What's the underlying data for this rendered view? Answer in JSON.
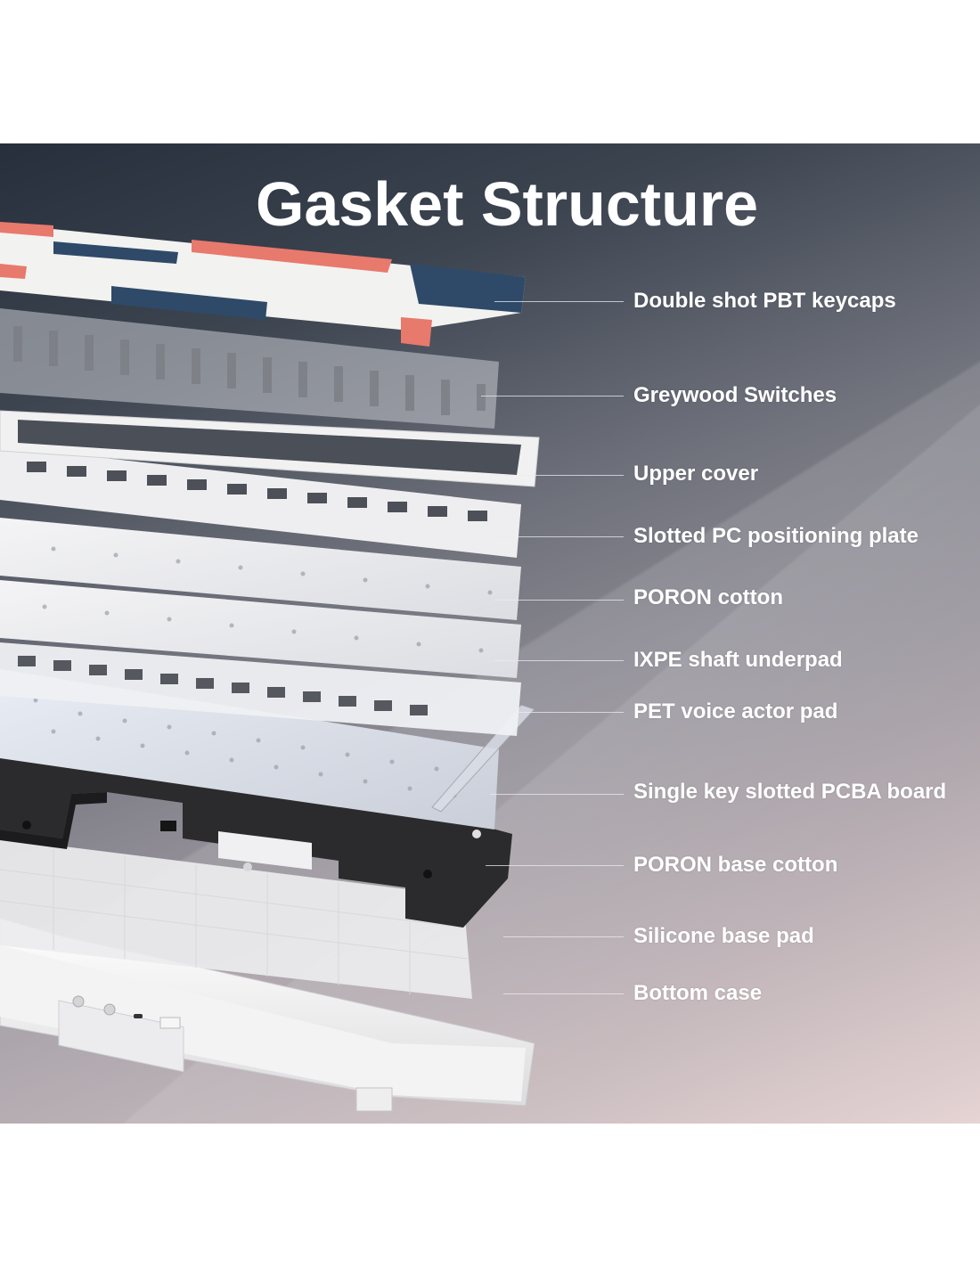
{
  "title": "Gasket Structure",
  "layers": [
    {
      "label": "Double shot PBT keycaps"
    },
    {
      "label": "Greywood Switches"
    },
    {
      "label": "Upper cover"
    },
    {
      "label": "Slotted PC positioning plate"
    },
    {
      "label": "PORON cotton"
    },
    {
      "label": "IXPE shaft underpad"
    },
    {
      "label": "PET voice actor pad"
    },
    {
      "label": "Single key slotted PCBA board"
    },
    {
      "label": "PORON base cotton"
    },
    {
      "label": "Silicone base pad"
    },
    {
      "label": "Bottom case"
    }
  ],
  "colors": {
    "keycap_navy": "#2f4a68",
    "keycap_coral": "#e8796d",
    "keycap_white": "#f2f2f0",
    "base_cotton_black": "#2b2b2d",
    "text": "#ffffff"
  }
}
